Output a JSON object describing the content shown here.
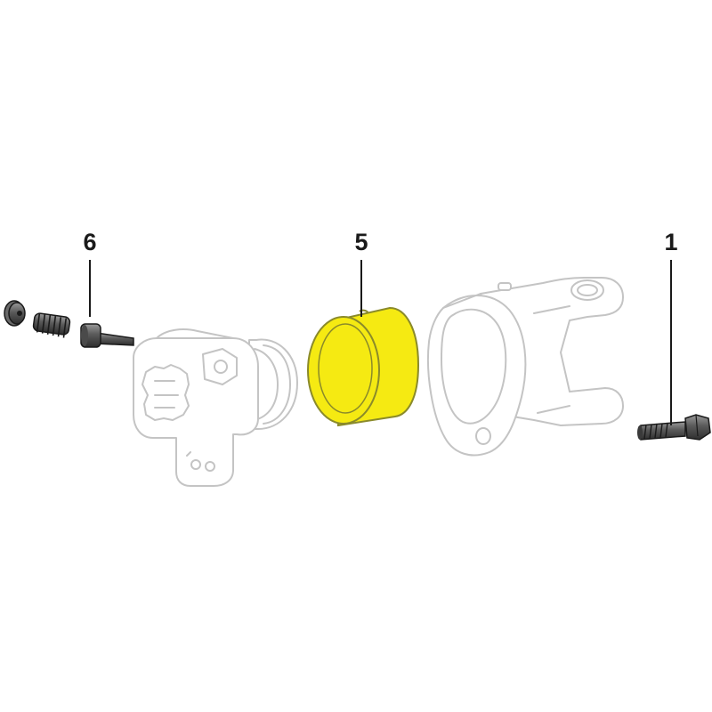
{
  "callouts": [
    {
      "id": "6",
      "label": "6"
    },
    {
      "id": "5",
      "label": "5"
    },
    {
      "id": "1",
      "label": "1"
    }
  ],
  "colors": {
    "highlight_fill": "#f5ea12",
    "highlight_stroke": "#8a8a2a",
    "ghost_stroke": "#c4c4c4",
    "part_dark": "#3a3a3a",
    "part_mid": "#6e6e6e",
    "label": "#1a1a1a"
  }
}
